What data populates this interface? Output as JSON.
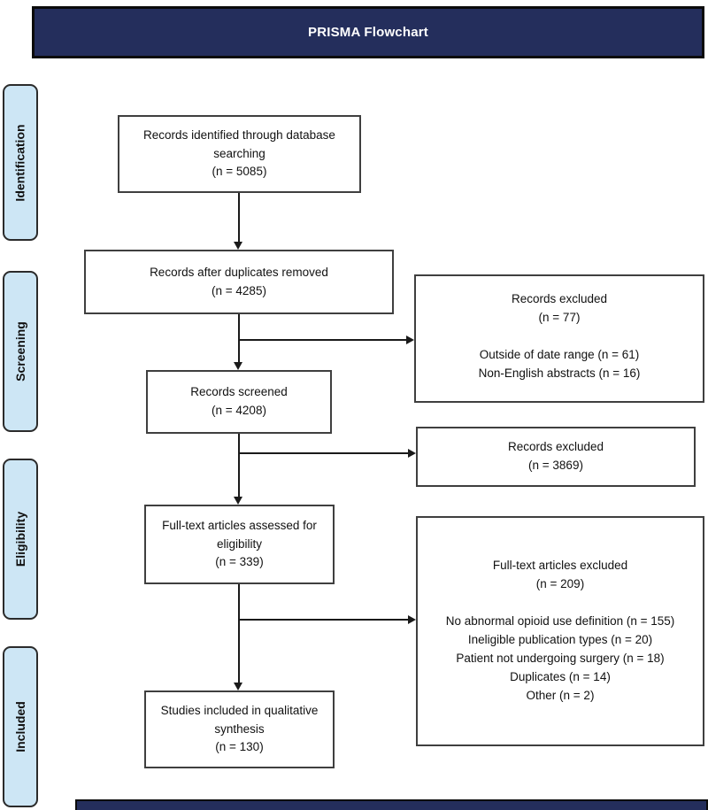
{
  "header": {
    "title": "PRISMA Flowchart"
  },
  "stages": {
    "identification": "Identification",
    "screening": "Screening",
    "eligibility": "Eligibility",
    "included": "Included"
  },
  "flow": {
    "records_identified": "Records identified through database\nsearching\n(n = 5085)",
    "records_after_duplicates": "Records after duplicates removed\n(n = 4285)",
    "records_screened": "Records screened\n(n = 4208)",
    "fulltext_assessed": "Full-text articles assessed for\neligibility\n(n = 339)",
    "studies_included": "Studies included in qualitative\nsynthesis\n(n = 130)"
  },
  "exclusions": {
    "records_excluded_screening": "Records excluded\n(n = 77)\n\nOutside of date range (n = 61)\nNon-English abstracts (n = 16)",
    "records_excluded_eligibility": "Records excluded\n(n = 3869)",
    "fulltext_excluded": "Full-text articles excluded\n(n = 209)\n\nNo abnormal opioid use definition (n = 155)\nIneligible publication types (n = 20)\nPatient not undergoing surgery (n = 18)\nDuplicates (n = 14)\nOther (n = 2)"
  },
  "colors": {
    "header_bg": "#242E5C",
    "stage_bg": "#CDE6F5",
    "box_border": "#3F3F3F",
    "arrow": "#1A1A1A"
  }
}
